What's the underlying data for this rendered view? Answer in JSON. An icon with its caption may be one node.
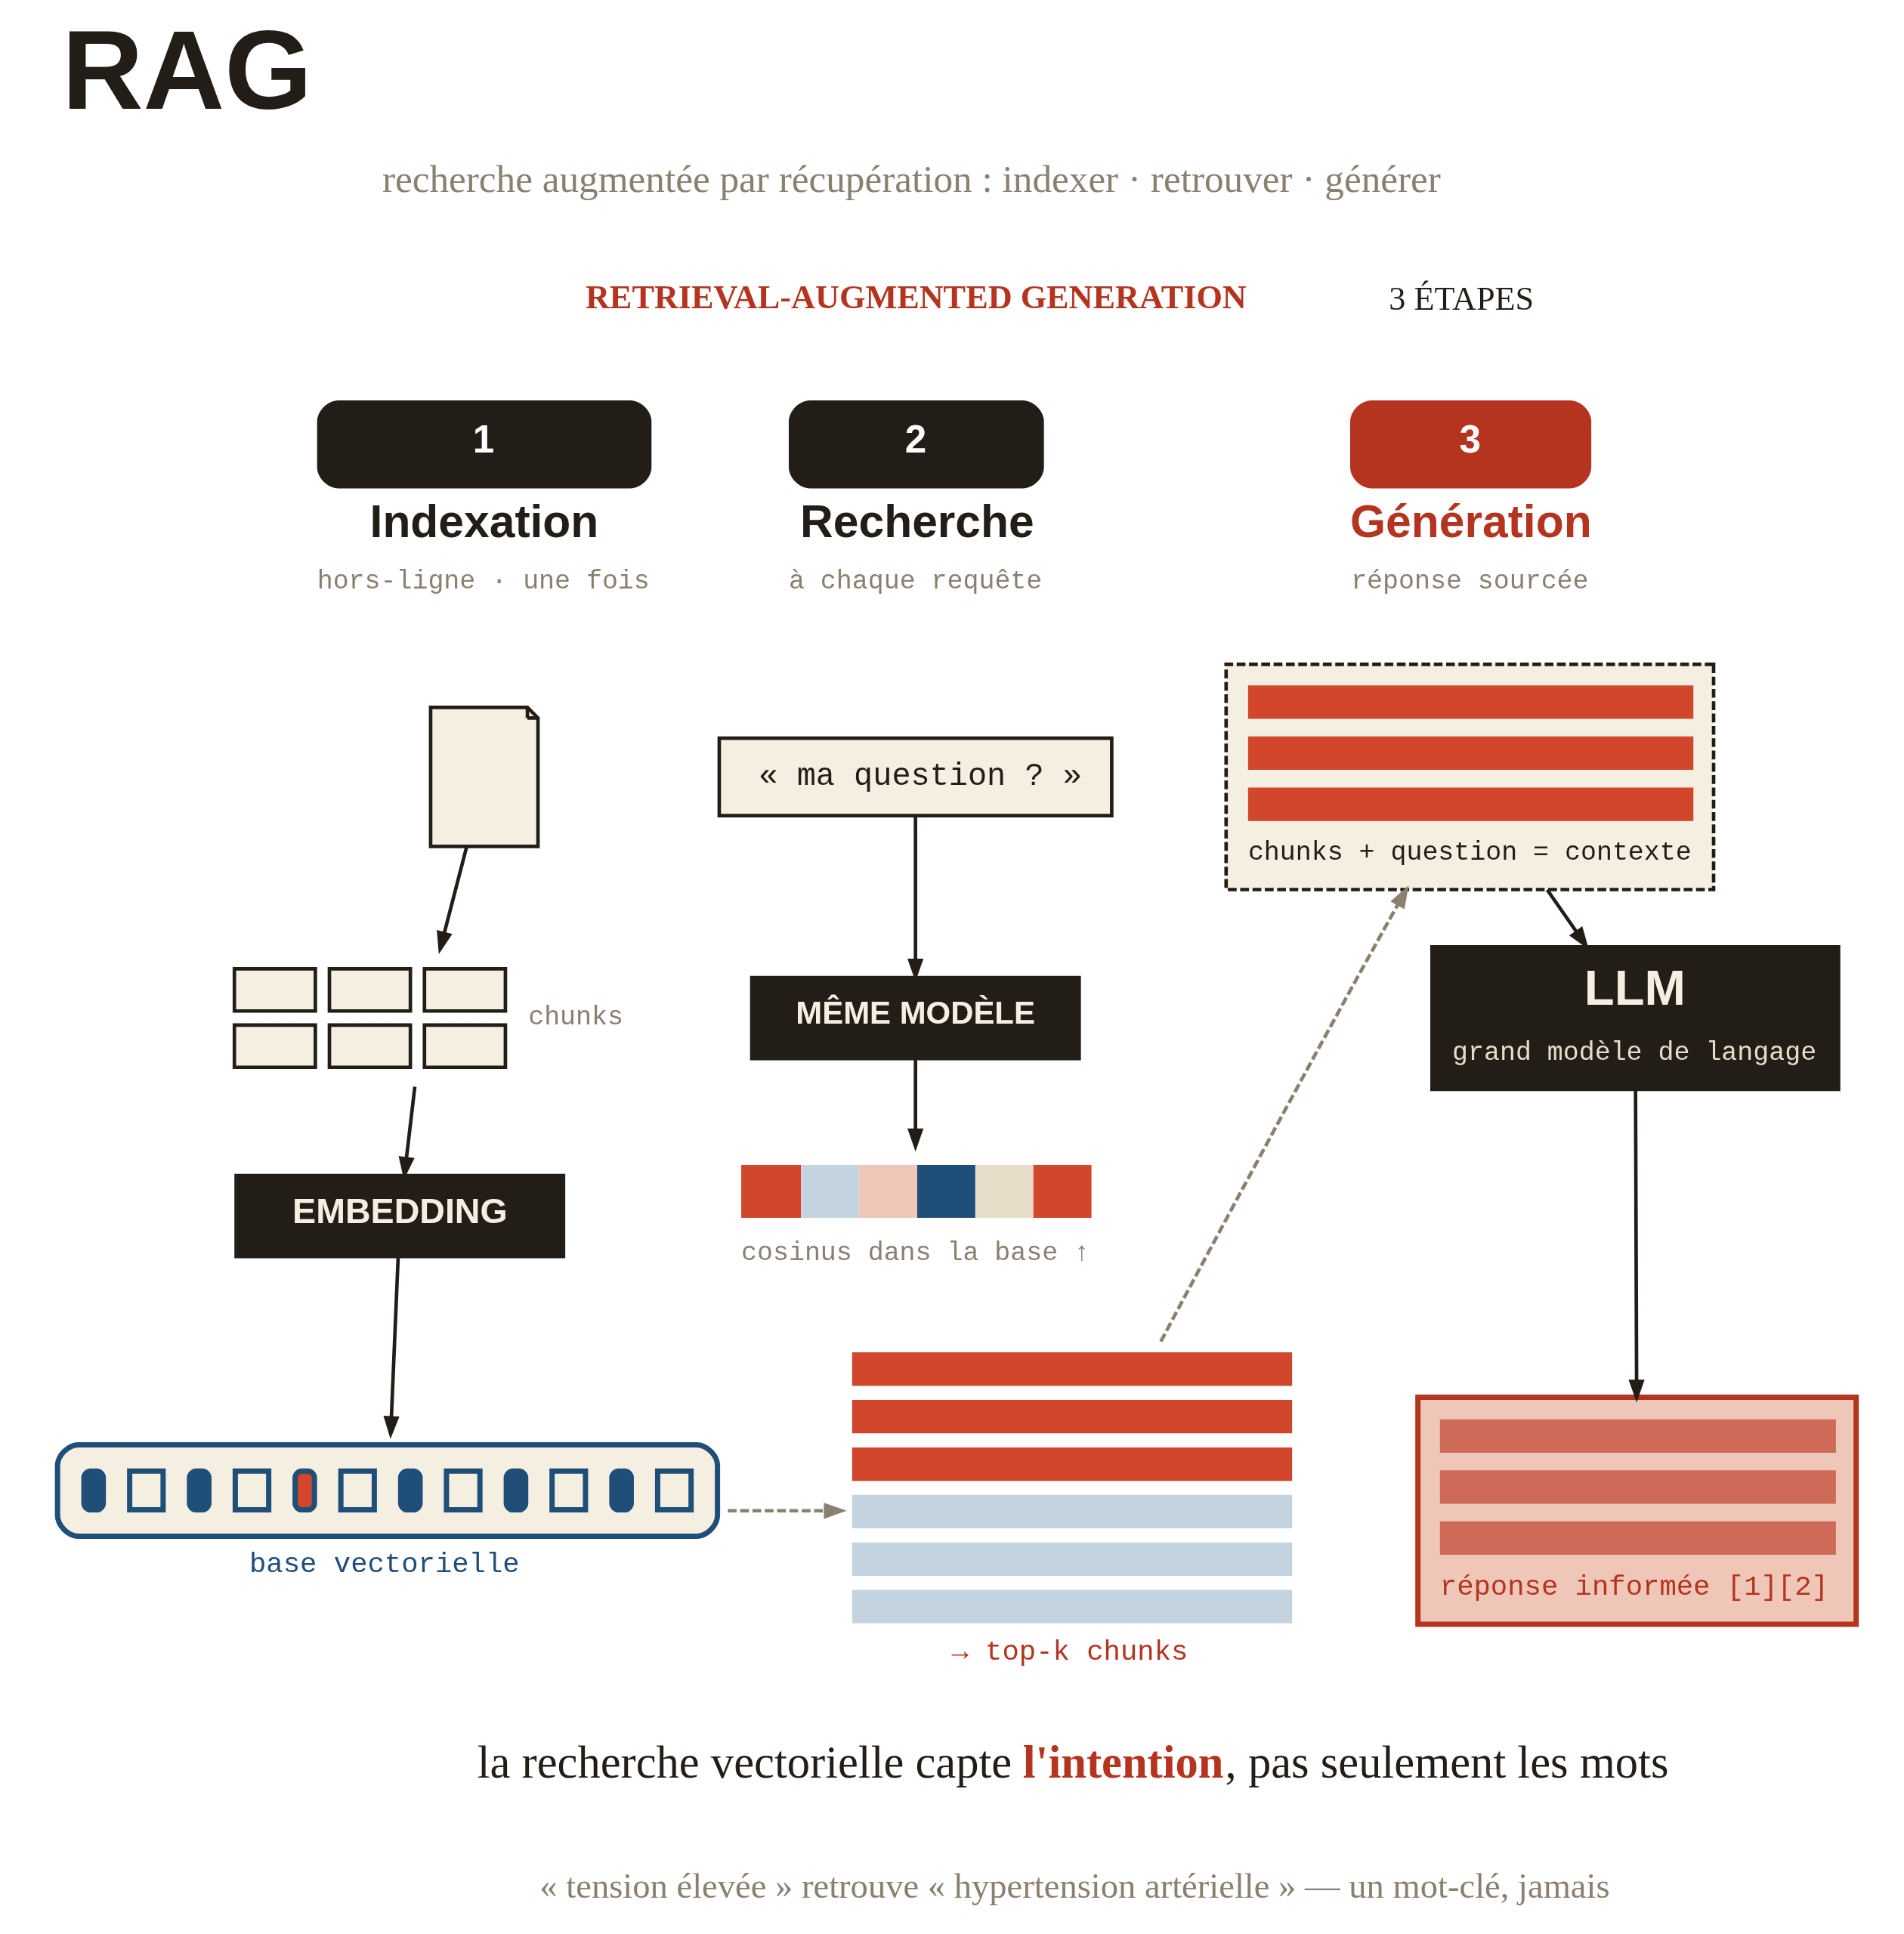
{
  "diagram": {
    "title": "RAG",
    "nodes": [
      {
        "text": [
          "1"
        ],
        "beside": [
          "Indexation",
          "hors-ligne · une fois"
        ]
      },
      {
        "text": [
          "2"
        ],
        "beside": [
          "Recherche",
          "à chaque requête"
        ]
      },
      {
        "text": [
          "3"
        ],
        "beside": [
          "Génération",
          "réponse sourcée"
        ]
      },
      {
        "text": [],
        "shape": "document"
      },
      {
        "text": [],
        "shape": "box",
        "beside": [
          "chunks"
        ]
      },
      {
        "text": [
          "EMBEDDING"
        ]
      },
      {
        "text": [],
        "shape": "box",
        "beside": [
          "base vectorielle"
        ]
      },
      {
        "text": [
          "« ma question ? »"
        ]
      },
      {
        "text": [
          "MÊME MODÈLE"
        ]
      },
      {
        "text": [],
        "shape": "bar",
        "beside": [
          "cosinus dans la base ↑"
        ]
      },
      {
        "text": [],
        "shape": "bar",
        "beside": [
          "→ top-k chunks"
        ]
      },
      {
        "text": [
          "chunks + question = contexte"
        ]
      },
      {
        "text": [
          "LLM",
          "grand modèle de langage"
        ]
      },
      {
        "text": [
          "réponse informée [1][2]"
        ]
      }
    ],
    "edges": [
      {
        "from": 3,
        "to": 4,
        "arrow": "to"
      },
      {
        "from": 4,
        "to": 5,
        "arrow": "to"
      },
      {
        "from": 5,
        "to": 6,
        "arrow": "to"
      },
      {
        "from": 6,
        "to": 10,
        "arrow": "to",
        "style": "dashed",
        "color": "#8a8070"
      },
      {
        "from": 7,
        "to": 8,
        "arrow": "to"
      },
      {
        "from": 8,
        "to": 9,
        "arrow": "to"
      },
      {
        "from": 10,
        "to": 11,
        "arrow": "to",
        "style": "dashed",
        "color": "#8a8070"
      },
      {
        "from": 11,
        "to": 12,
        "arrow": "to"
      },
      {
        "from": 12,
        "to": 13,
        "arrow": "to"
      }
    ],
    "labels": [
      "recherche augmentée par récupération : indexer · retrouver · générer",
      "RETRIEVAL-AUGMENTED GENERATION",
      "3 ÉTAPES",
      "la recherche vectorielle capte **l'intention**, pas seulement les mots",
      "« tension élevée » retrouve « hypertension artérielle » — un mot-clé, jamais"
    ]
  }
}
